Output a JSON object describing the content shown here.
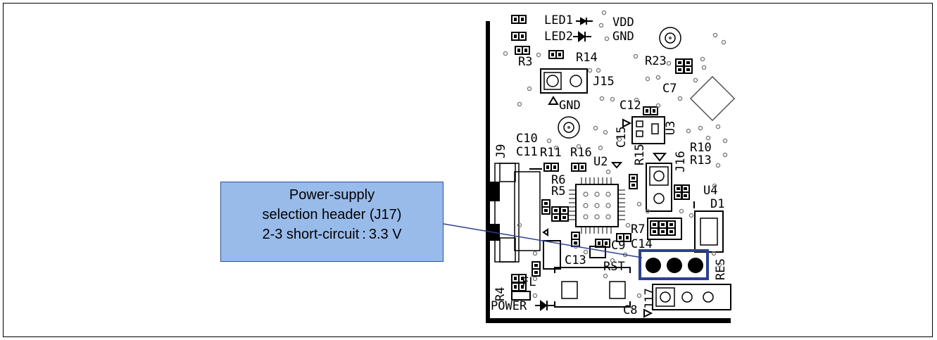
{
  "callout": {
    "line1": "Power-supply",
    "line2": "selection header (J17)",
    "line3": "2-3 short-circuit : 3.3 V"
  },
  "silkscreen": {
    "led1": "LED1",
    "vdd": "VDD",
    "led2": "LED2",
    "gnd_top": "GND",
    "r3": "R3",
    "r14": "R14",
    "r23": "R23",
    "j15": "J15",
    "c7": "C7",
    "gnd": "GND",
    "c12": "C12",
    "u3": "U3",
    "c10": "C10",
    "c15": "C15",
    "r10": "R10",
    "j9": "J9",
    "c11": "C11",
    "r11": "R11",
    "r16": "R16",
    "u2": "U2",
    "r15": "R15",
    "j16": "J16",
    "r13": "R13",
    "r6": "R6",
    "r5": "R5",
    "u4": "U4",
    "d1": "D1",
    "r7": "R7",
    "c14": "C14",
    "c9": "C9",
    "c13": "C13",
    "rst": "RST",
    "res": "RES",
    "fl": "FL",
    "r4": "R4",
    "j17": "J17",
    "c8": "C8",
    "power": "POWER"
  }
}
